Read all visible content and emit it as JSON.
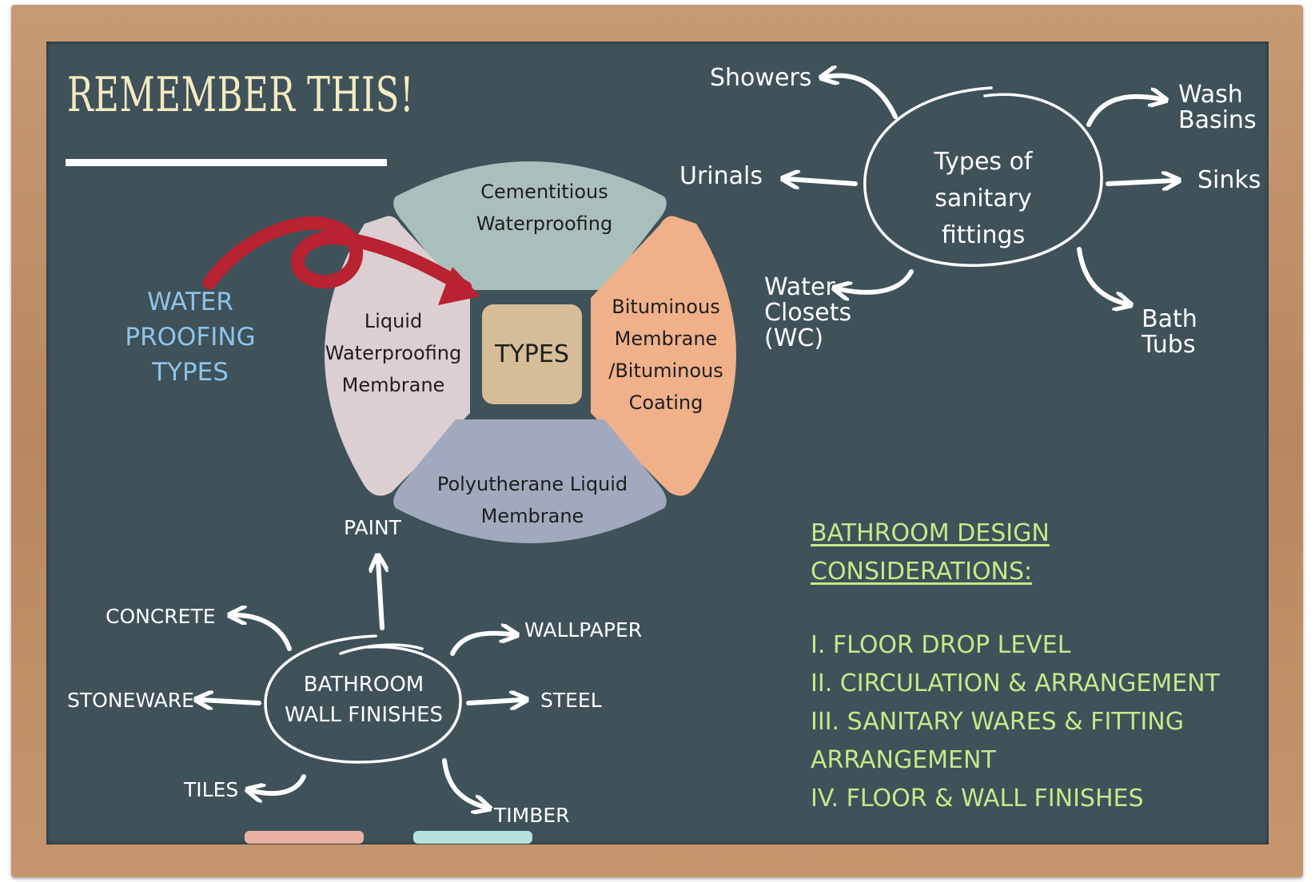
{
  "title": "REMEMBER THIS!",
  "waterproofing": {
    "label_lines": [
      "WATER",
      "PROOFING",
      "TYPES"
    ],
    "center": "TYPES",
    "top_lines": [
      "Cementitious",
      "Waterproofing"
    ],
    "left_lines": [
      "Liquid",
      "Waterproofing",
      "Membrane"
    ],
    "right_lines": [
      "Bituminous",
      "Membrane",
      "/Bituminous",
      "Coating"
    ],
    "bottom_lines": [
      "Polyutherane Liquid",
      "Membrane"
    ]
  },
  "sanitary": {
    "center_lines": [
      "Types of",
      "sanitary",
      "fittings"
    ],
    "showers": "Showers",
    "urinals": "Urinals",
    "wash_basins_lines": [
      "Wash",
      "Basins"
    ],
    "sinks": "Sinks",
    "wc_lines": [
      "Water",
      "Closets",
      "(WC)"
    ],
    "bath_tubs_lines": [
      "Bath",
      "Tubs"
    ]
  },
  "finishes": {
    "center_lines": [
      "BATHROOM",
      "WALL FINISHES"
    ],
    "paint": "PAINT",
    "concrete": "CONCRETE",
    "stoneware": "STONEWARE",
    "tiles": "TILES",
    "wallpaper": "WALLPAPER",
    "steel": "STEEL",
    "timber": "TIMBER"
  },
  "considerations": {
    "heading_lines": [
      "BATHROOM DESIGN",
      "CONSIDERATIONS:"
    ],
    "items": [
      "I. FLOOR DROP LEVEL",
      "II. CIRCULATION & ARRANGEMENT",
      "III. SANITARY WARES & FITTING",
      "ARRANGEMENT",
      "IV. FLOOR & WALL FINISHES"
    ]
  },
  "colors": {
    "board": "#3f5159",
    "frame": "#b8875f",
    "title": "#f4ebc2",
    "top_petal": "#a9bfbb",
    "left_petal": "#dccfd2",
    "right_petal": "#efb08a",
    "bottom_petal": "#a0a9bd",
    "center_box": "#d6bc97",
    "red_arrow": "#b82231",
    "water_label": "#8fc4ea",
    "considerations": "#c7e88a",
    "chalk_pink": "#e9b1a4",
    "chalk_teal": "#b6e2dc"
  }
}
